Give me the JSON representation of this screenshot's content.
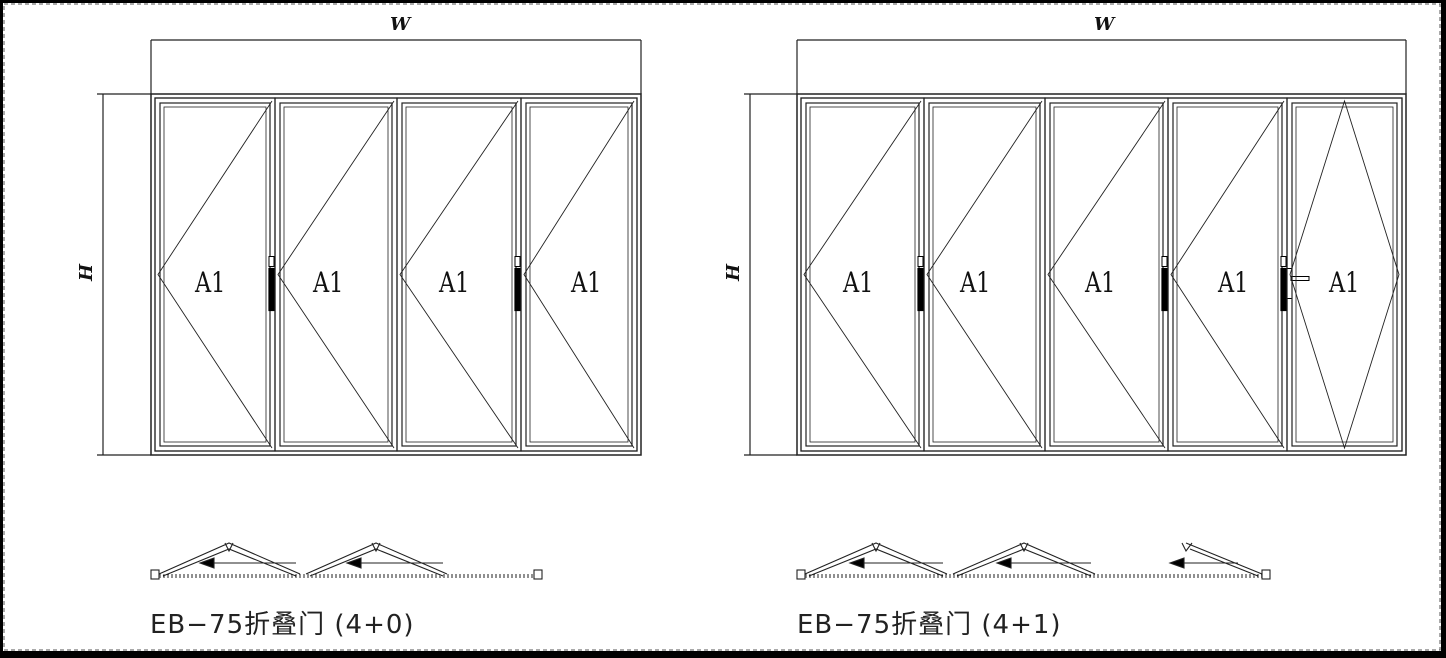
{
  "drawings": [
    {
      "id": "left",
      "width_label": "W",
      "height_label": "H",
      "panel_labels": [
        "A1",
        "A1",
        "A1",
        "A1"
      ],
      "caption": "EB−75折叠门 (4+0)"
    },
    {
      "id": "right",
      "width_label": "W",
      "height_label": "H",
      "panel_labels": [
        "A1",
        "A1",
        "A1",
        "A1",
        "A1"
      ],
      "caption": "EB−75折叠门 (4+1)"
    }
  ]
}
